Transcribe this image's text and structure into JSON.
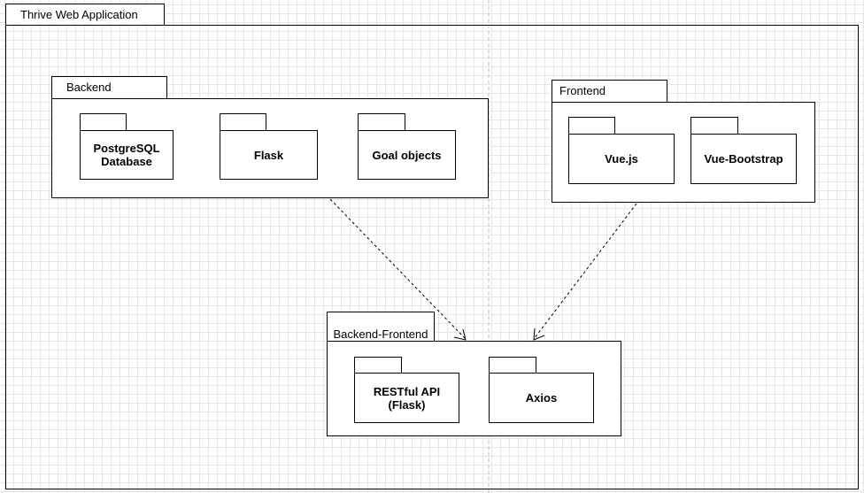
{
  "diagram": {
    "title": "Thrive Web Application",
    "packages": {
      "backend": {
        "label": "Backend",
        "components": [
          "PostgreSQL\nDatabase",
          "Flask",
          "Goal objects"
        ]
      },
      "frontend": {
        "label": "Frontend",
        "components": [
          "Vue.js",
          "Vue-Bootstrap"
        ]
      },
      "integration": {
        "label": "Backend-Frontend\nIntegration",
        "components": [
          "RESTful API\n(Flask)",
          "Axios"
        ]
      }
    },
    "dependencies": [
      {
        "from": "Backend",
        "to": "Backend-Frontend Integration",
        "style": "dashed-arrow"
      },
      {
        "from": "Frontend",
        "to": "Backend-Frontend Integration",
        "style": "dashed-arrow"
      }
    ]
  }
}
